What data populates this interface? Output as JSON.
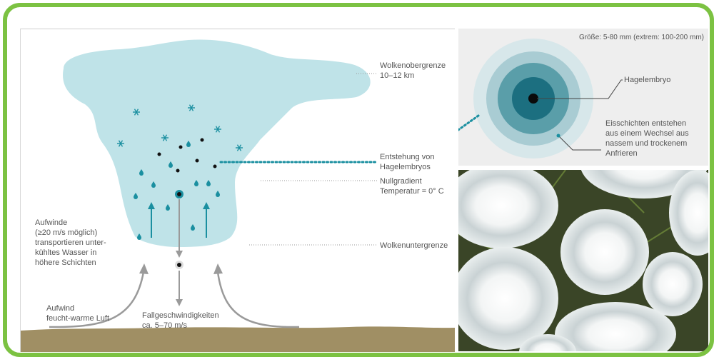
{
  "labels": {
    "cloud_top": "Wolkenobergrenze\n10–12 km",
    "embryo_origin": "Entstehung von\nHagelembryos",
    "zero_gradient": "Nullgradient\nTemperatur = 0° C",
    "cloud_base": "Wolkenuntergrenze",
    "updrafts_inside": "Aufwinde\n(≥20 m/s möglich)\ntransportieren unter-\nkühltes Wasser in\nhöhere Schichten",
    "updraft_air": "Aufwind\nfeucht-warme Luft",
    "fall_speed": "Fallgeschwindigkeiten\nca. 5–70 m/s",
    "size": "Größe: 5-80 mm (extrem: 100-200 mm)",
    "hail_embryo": "Hagelembryo",
    "ice_layers": "Eisschichten entstehen\naus einem Wechsel aus\nnassem und trockenem\nAnfrieren"
  },
  "colors": {
    "frame": "#7cc242",
    "cloud": "#bfe3e8",
    "teal": "#1a8fa0",
    "ground": "#a08f64"
  },
  "icons": {
    "snowflake": "snowflake-icon",
    "droplet": "droplet-icon",
    "embryo": "hail-embryo-icon"
  }
}
